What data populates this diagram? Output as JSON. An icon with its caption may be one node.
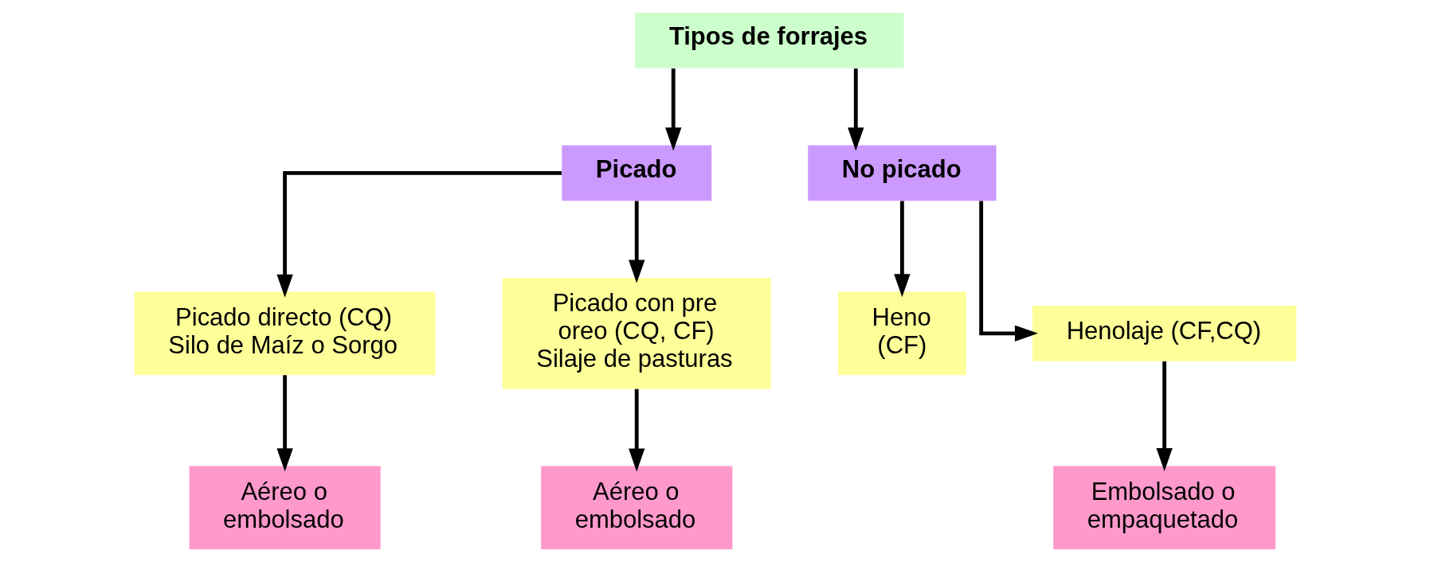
{
  "diagram": {
    "nodes": [
      {
        "text": [
          "Tipos de forrajes"
        ]
      },
      {
        "text": [
          "Picado"
        ]
      },
      {
        "text": [
          "No picado"
        ]
      },
      {
        "text": [
          "Picado directo (CQ)",
          "Silo de Maíz o Sorgo"
        ]
      },
      {
        "text": [
          "Picado con pre oreo (CQ, CF)",
          "Silaje de pasturas"
        ]
      },
      {
        "text": [
          "Heno (CF)"
        ]
      },
      {
        "text": [
          "Henolaje (CF,CQ)"
        ]
      },
      {
        "text": [
          "Aéreo o embolsado"
        ]
      },
      {
        "text": [
          "Aéreo o embolsado"
        ]
      },
      {
        "text": [
          "Embolsado o empaquetado"
        ]
      }
    ],
    "edges": [
      {
        "from": 0,
        "to": 1,
        "arrow": "to"
      },
      {
        "from": 0,
        "to": 2,
        "arrow": "to"
      },
      {
        "from": 1,
        "to": 3,
        "arrow": "to"
      },
      {
        "from": 1,
        "to": 4,
        "arrow": "to"
      },
      {
        "from": 2,
        "to": 5,
        "arrow": "to"
      },
      {
        "from": 2,
        "to": 6,
        "arrow": "to"
      },
      {
        "from": 3,
        "to": 7,
        "arrow": "to"
      },
      {
        "from": 4,
        "to": 8,
        "arrow": "to"
      },
      {
        "from": 6,
        "to": 9,
        "arrow": "to"
      }
    ]
  }
}
